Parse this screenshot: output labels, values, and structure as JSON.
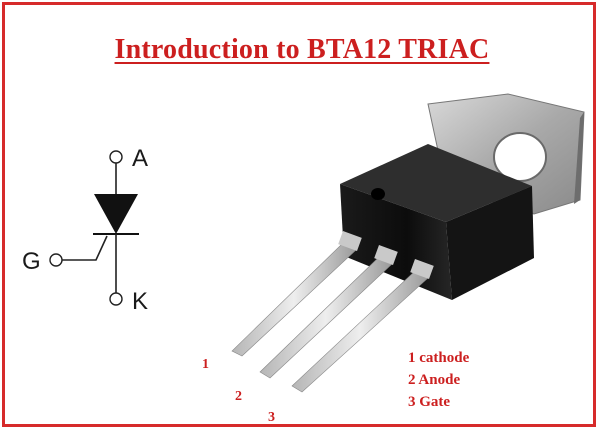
{
  "title": "Introduction to BTA12 TRIAC",
  "symbol": {
    "anode_label": "A",
    "gate_label": "G",
    "cathode_label": "K"
  },
  "pins": {
    "pin1": "1",
    "pin2": "2",
    "pin3": "3"
  },
  "legend": [
    "1 cathode",
    "2 Anode",
    "3 Gate"
  ],
  "colors": {
    "accent": "#cc1f1f",
    "border": "#d62a2a"
  }
}
